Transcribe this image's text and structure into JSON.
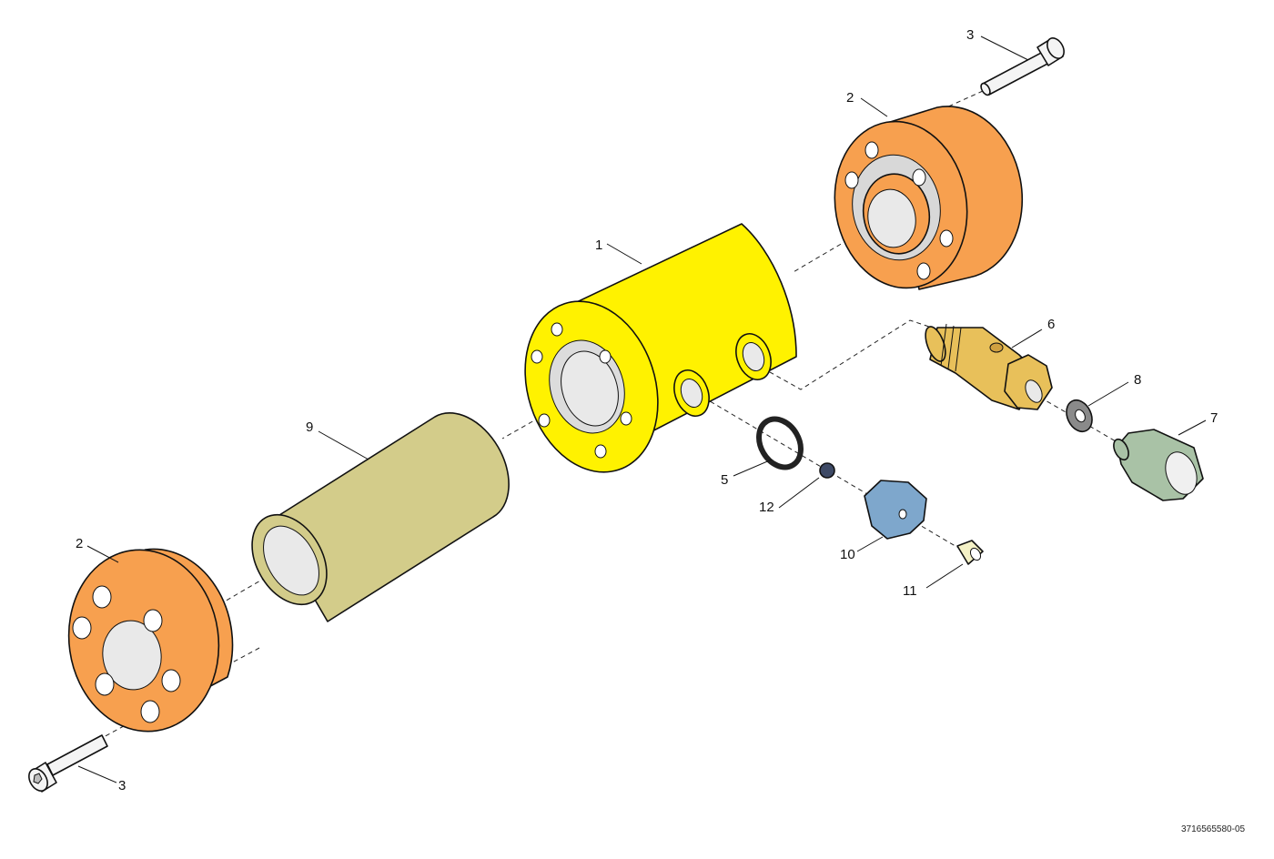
{
  "callouts": {
    "c1": "1",
    "c2_top": "2",
    "c2_bottom": "2",
    "c3_top": "3",
    "c3_bottom": "3",
    "c5": "5",
    "c6": "6",
    "c7": "7",
    "c8": "8",
    "c9": "9",
    "c10": "10",
    "c11": "11",
    "c12": "12"
  },
  "document_code": "3716565580-05",
  "colors": {
    "housing": "#fff200",
    "end_cap": "#f7a04f",
    "sleeve": "#d3cc8a",
    "fitting_brass": "#e8c05a",
    "cap_nut": "#a9c2a6",
    "plug": "#7ea7cc",
    "insert": "#f4f1c6",
    "ring": "#333333",
    "ball": "#3e4a66",
    "washer": "#8a8a8a",
    "bore": "#e9e9e9"
  }
}
